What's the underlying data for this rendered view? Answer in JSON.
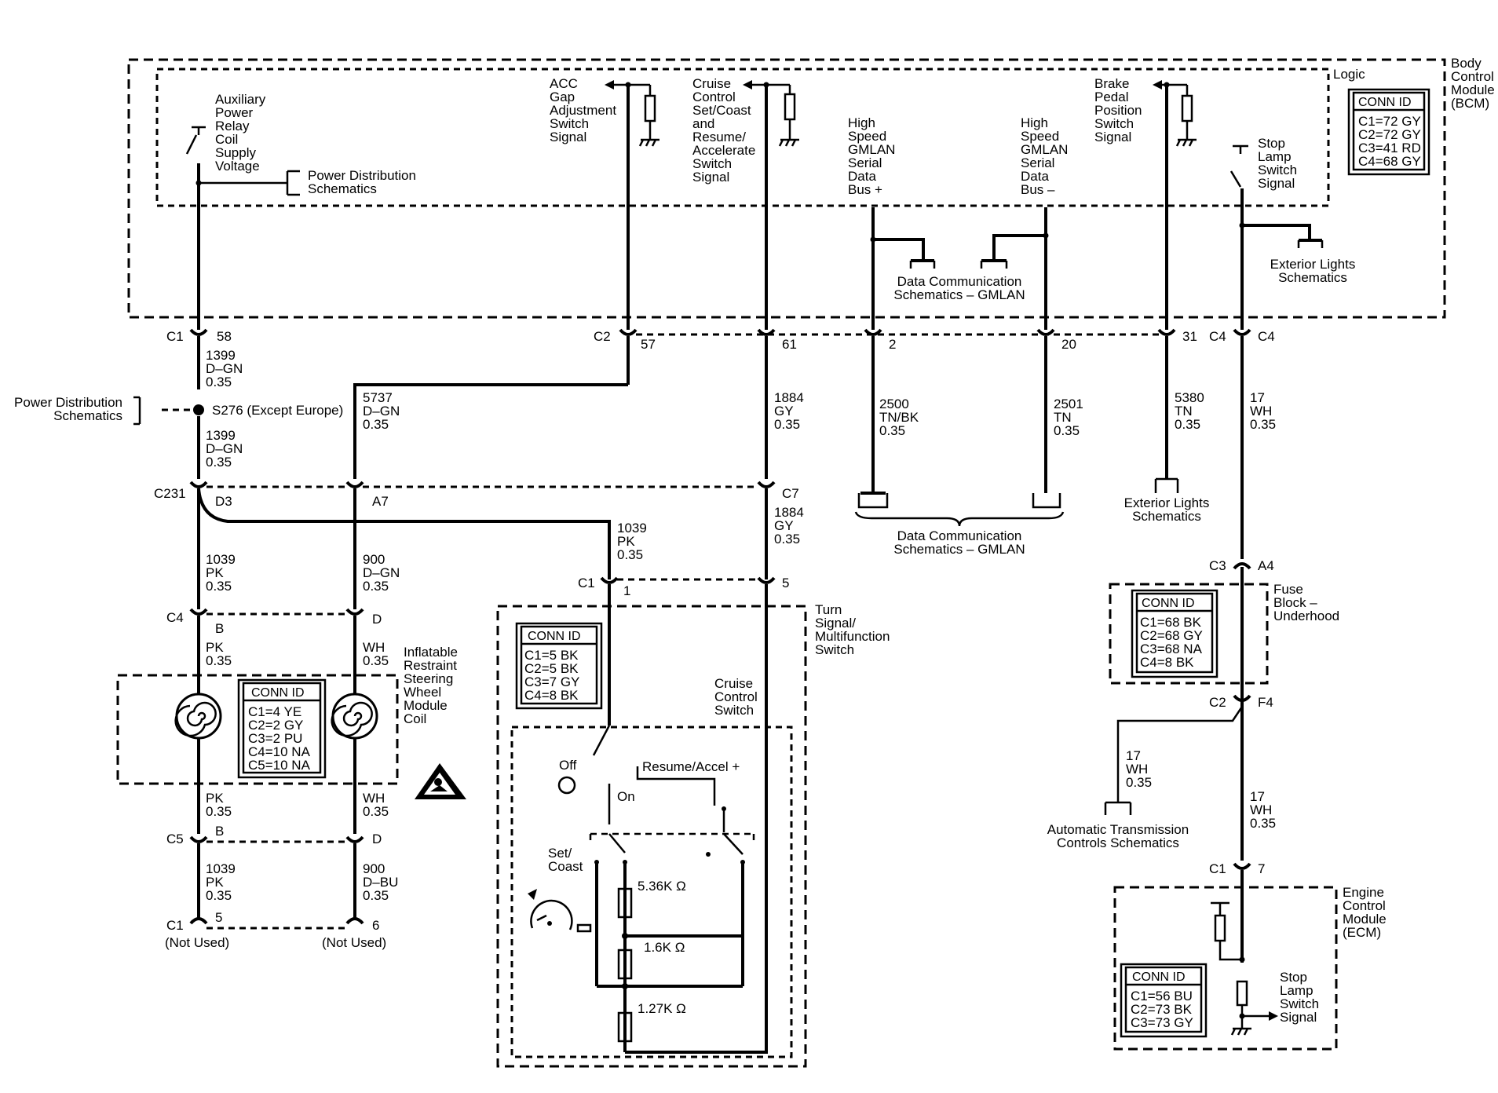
{
  "modules": {
    "bcm": "Body Control Module (BCM)",
    "bcm_logic": "Logic",
    "turn_signal": "Turn Signal/ Multifunction Switch",
    "cruise_switch": "Cruise Control Switch",
    "fuse_block": "Fuse Block – Underhood",
    "ecm": "Engine Control Module (ECM)",
    "steering_coil": "Inflatable Restraint Steering Wheel Module Coil"
  },
  "conn_tables": {
    "bcm": {
      "title": "CONN ID",
      "rows": [
        "C1=72 GY",
        "C2=72 GY",
        "C3=41 RD",
        "C4=68 GY"
      ]
    },
    "coil": {
      "title": "CONN ID",
      "rows": [
        "C1=4 YE",
        "C2=2 GY",
        "C3=2 PU",
        "C4=10 NA",
        "C5=10 NA"
      ]
    },
    "turn": {
      "title": "CONN ID",
      "rows": [
        "C1=5 BK",
        "C2=5 BK",
        "C3=7 GY",
        "C4=8 BK"
      ]
    },
    "fuse": {
      "title": "CONN ID",
      "rows": [
        "C1=68 BK",
        "C2=68 GY",
        "C3=68 NA",
        "C4=8 BK"
      ]
    },
    "ecm": {
      "title": "CONN ID",
      "rows": [
        "C1=56 BU",
        "C2=73 BK",
        "C3=73 GY"
      ]
    }
  },
  "signals": {
    "aux_power": "Auxiliary Power Relay Coil Supply Voltage",
    "acc_gap": "ACC Gap Adjustment Switch Signal",
    "cruise_set": "Cruise Control Set/Coast and Resume/ Accelerate Switch Signal",
    "hs_plus": "High Speed GMLAN Serial Data Bus +",
    "hs_minus": "High Speed GMLAN Serial Data Bus –",
    "brake_pedal": "Brake Pedal Position Switch Signal",
    "stop_lamp": "Stop Lamp Switch Signal",
    "stop_lamp_ecm": "Stop Lamp Switch Signal"
  },
  "refs": {
    "power_dist": "Power Distribution Schematics",
    "power_dist_left": "Power Distribution Schematics",
    "data_comm_top": "Data Communication Schematics – GMLAN",
    "data_comm_bottom": "Data Communication Schematics – GMLAN",
    "exterior_top": "Exterior Lights Schematics",
    "exterior_bottom": "Exterior Lights Schematics",
    "auto_trans": "Automatic Transmission Controls Schematics"
  },
  "connectors": {
    "c1_58": "C1",
    "p58": "58",
    "c2_57": "C2",
    "p57": "57",
    "p61": "61",
    "p2": "2",
    "p20": "20",
    "p31": "31",
    "c4_l": "C4",
    "c4_r": "C4",
    "c231": "C231",
    "d3": "D3",
    "a7": "A7",
    "c7": "C7",
    "c1_turn": "C1",
    "p1": "1",
    "p5": "5",
    "c4_coil": "C4",
    "b_top": "B",
    "d_top": "D",
    "c5_coil": "C5",
    "b_bot": "B",
    "d_bot": "D",
    "c1_bot": "C1",
    "p5_bot": "5",
    "p6_bot": "6",
    "c3_fuse": "C3",
    "a4": "A4",
    "c2_fuse": "C2",
    "f4": "F4",
    "c1_ecm": "C1",
    "p7": "7",
    "splice": "S276 (Except Europe)",
    "not_used_1": "(Not Used)",
    "not_used_2": "(Not Used)"
  },
  "wires": {
    "w1399a": [
      "1399",
      "D–GN",
      "0.35"
    ],
    "w1399b": [
      "1399",
      "D–GN",
      "0.35"
    ],
    "w5737": [
      "5737",
      "D–GN",
      "0.35"
    ],
    "w1884a": [
      "1884",
      "GY",
      "0.35"
    ],
    "w1884b": [
      "1884",
      "GY",
      "0.35"
    ],
    "w2500": [
      "2500",
      "TN/BK",
      "0.35"
    ],
    "w2501": [
      "2501",
      "TN",
      "0.35"
    ],
    "w5380": [
      "5380",
      "TN",
      "0.35"
    ],
    "w17a": [
      "17",
      "WH",
      "0.35"
    ],
    "w17b": [
      "17",
      "WH",
      "0.35"
    ],
    "w17c": [
      "17",
      "WH",
      "0.35"
    ],
    "w1039a": [
      "1039",
      "PK",
      "0.35"
    ],
    "w1039b": [
      "1039",
      "PK",
      "0.35"
    ],
    "w1039c": [
      "1039",
      "PK",
      "0.35"
    ],
    "w900a": [
      "900",
      "D–GN",
      "0.35"
    ],
    "w900b": [
      "900",
      "D–BU",
      "0.35"
    ],
    "pk": [
      "PK",
      "0.35"
    ],
    "pk2": [
      "PK",
      "0.35"
    ],
    "wh": [
      "WH",
      "0.35"
    ],
    "wh2": [
      "WH",
      "0.35"
    ]
  },
  "switch": {
    "off": "Off",
    "on": "On",
    "resume": "Resume/Accel +",
    "set": "Set/ Coast",
    "r1": "5.36K Ω",
    "r2": "1.6K Ω",
    "r3": "1.27K Ω"
  }
}
